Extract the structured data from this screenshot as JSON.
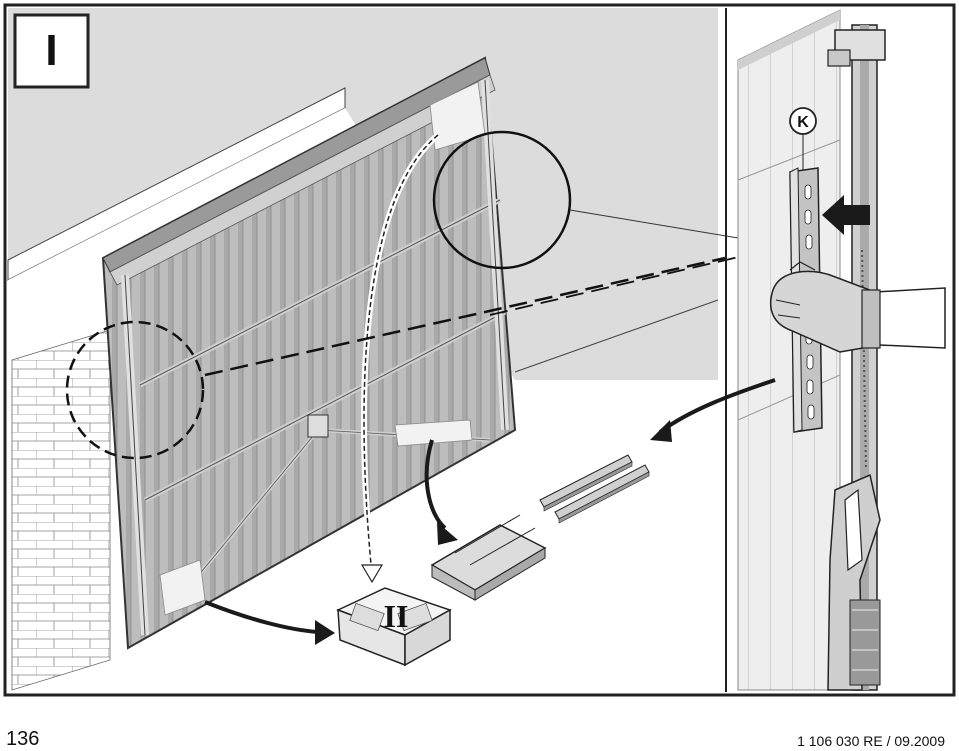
{
  "step": {
    "label": "I"
  },
  "callout": {
    "label": "K"
  },
  "package": {
    "label": "II"
  },
  "footer": {
    "page_number": "136",
    "doc_reference": "1 106 030  RE / 09.2009"
  }
}
